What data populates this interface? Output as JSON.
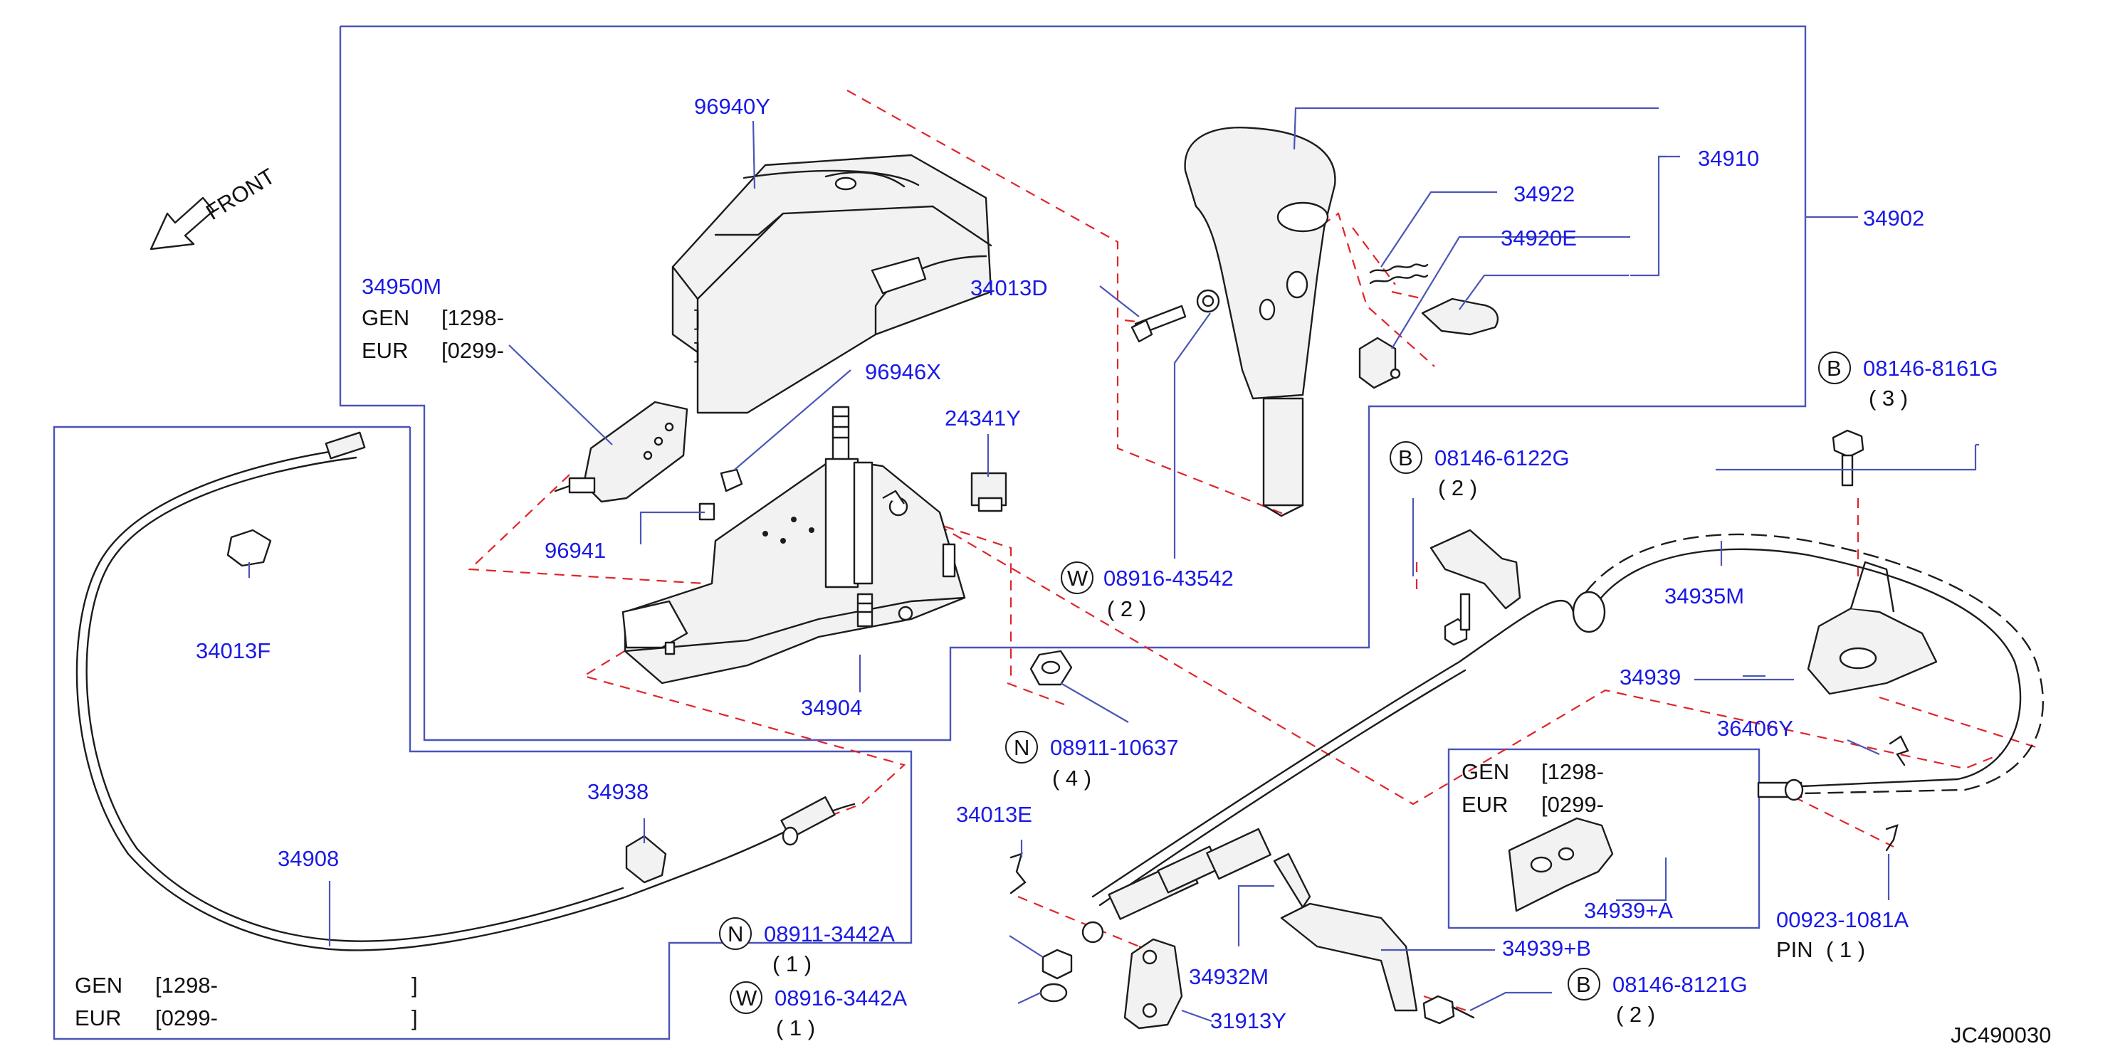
{
  "diagram_id": "JC490030",
  "front_label": "FRONT",
  "parts": {
    "p96940Y": "96940Y",
    "p34910": "34910",
    "p34902": "34902",
    "p34922": "34922",
    "p34920E": "34920E",
    "p34013D": "34013D",
    "p34950M": "34950M",
    "p96946X": "96946X",
    "p24341Y": "24341Y",
    "p96941": "96941",
    "p34013F": "34013F",
    "p34904": "34904",
    "p34935M": "34935M",
    "p34939": "34939",
    "p36406Y": "36406Y",
    "p34939A": "34939+A",
    "p34939B": "34939+B",
    "p34932M": "34932M",
    "p31913Y": "31913Y",
    "p34013E": "34013E",
    "p34938": "34938",
    "p34908": "34908",
    "p00923": "00923-1081A"
  },
  "bolts": {
    "b8161G": {
      "prefix": "B",
      "number": "08146-8161G",
      "qty": "( 3 )"
    },
    "b6122G": {
      "prefix": "B",
      "number": "08146-6122G",
      "qty": "( 2 )"
    },
    "w43542": {
      "prefix": "W",
      "number": "08916-43542",
      "qty": "( 2 )"
    },
    "n10637": {
      "prefix": "N",
      "number": "08911-10637",
      "qty": "( 4 )"
    },
    "n3442A": {
      "prefix": "N",
      "number": "08911-3442A",
      "qty": "( 1 )"
    },
    "w3442A": {
      "prefix": "W",
      "number": "08916-3442A",
      "qty": "( 1 )"
    },
    "b8121G": {
      "prefix": "B",
      "number": "08146-8121G",
      "qty": "( 2 )"
    }
  },
  "notes": {
    "gen_label": "GEN",
    "eur_label": "EUR",
    "gen_range": "[1298-",
    "eur_range": "[0299-",
    "close_bracket": "]",
    "pin_label": "PIN",
    "pin_qty": "( 1 )"
  }
}
